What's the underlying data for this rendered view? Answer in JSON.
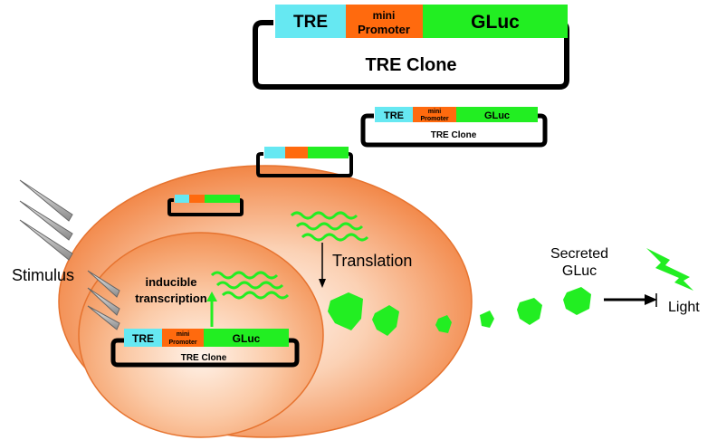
{
  "plasmid_large": {
    "tre": "TRE",
    "mini_line1": "mini",
    "mini_line2": "Promoter",
    "gluc": "GLuc",
    "clone": "TRE Clone"
  },
  "plasmid_medium": {
    "tre": "TRE",
    "mini_line1": "mini",
    "mini_line2": "Promoter",
    "gluc": "GLuc",
    "clone": "TRE Clone"
  },
  "plasmid_nucleus": {
    "tre": "TRE",
    "mini_line1": "mini",
    "mini_line2": "Promoter",
    "gluc": "GLuc",
    "clone": "TRE Clone"
  },
  "labels": {
    "stimulus": "Stimulus",
    "inducible_line1": "inducible",
    "inducible_line2": "transcription",
    "translation": "Translation",
    "secreted_line1": "Secreted",
    "secreted_line2": "GLuc",
    "light": "Light"
  },
  "colors": {
    "tre": "#66e8f2",
    "promoter": "#ff6a0e",
    "gluc": "#22ee22",
    "cell_outer": "#f58a4a",
    "cell_light": "#fde9dc",
    "outline": "#000000"
  }
}
